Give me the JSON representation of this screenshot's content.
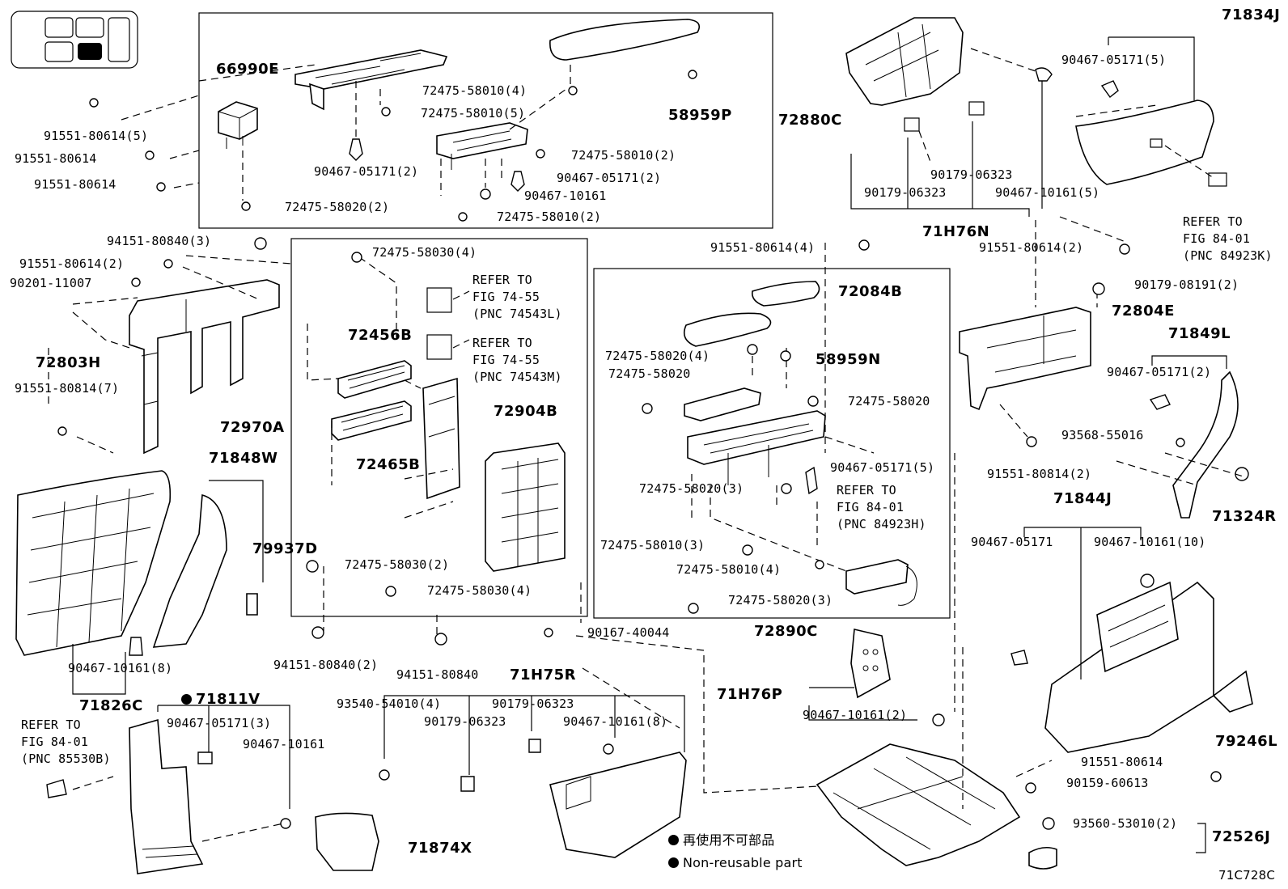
{
  "diagram_code": "71C728C",
  "legend": {
    "non_reusable_jp": "再使用不可部品",
    "non_reusable_en": "Non-reusable part"
  },
  "labels": {
    "p66990E": "66990E",
    "p72880C": "72880C",
    "p58959P": "58959P",
    "p72803H": "72803H",
    "p72970A": "72970A",
    "p72456B": "72456B",
    "p72465B": "72465B",
    "p72904B": "72904B",
    "p72084B": "72084B",
    "p58959N": "58959N",
    "p72890C": "72890C",
    "p71834J": "71834J",
    "p71H76N": "71H76N",
    "p72804E": "72804E",
    "p71849L": "71849L",
    "p71324R": "71324R",
    "p71844J": "71844J",
    "p79246L": "79246L",
    "p72526J": "72526J",
    "p71848W": "71848W",
    "p79937D": "79937D",
    "p71826C": "71826C",
    "p71811V": "71811V",
    "p71874X": "71874X",
    "p71H75R": "71H75R",
    "p71H76P": "71H76P",
    "f1": "91551-80614(5)",
    "f2": "91551-80614",
    "f3": "91551-80614",
    "f4": "72475-58010(4)",
    "f5": "72475-58010(5)",
    "f6": "72475-58010(2)",
    "f7": "90467-05171(2)",
    "f8": "90467-05171(2)",
    "f9": "90467-10161",
    "f10": "72475-58020(2)",
    "f11": "72475-58010(2)",
    "f12": "94151-80840(3)",
    "f13": "91551-80614(2)",
    "f14": "90201-11007",
    "f15": "91551-80814(7)",
    "f16": "72475-58030(4)",
    "f17": "72475-58030(2)",
    "f18": "72475-58030(4)",
    "f19": "94151-80840(2)",
    "f20": "94151-80840",
    "f21": "91551-80614(4)",
    "f22": "72475-58020(4)",
    "f23": "72475-58020",
    "f24": "72475-58020",
    "f25": "90467-05171(5)",
    "f26": "72475-58020(3)",
    "f27": "72475-58010(3)",
    "f28": "72475-58010(4)",
    "f29": "72475-58020(3)",
    "f30": "90467-05171(5)",
    "f31": "90179-06323",
    "f32": "90179-06323",
    "f33": "90467-10161(5)",
    "f34": "91551-80614(2)",
    "f35": "90179-08191(2)",
    "f36": "90467-05171(2)",
    "f37": "93568-55016",
    "f38": "91551-80814(2)",
    "f39": "90467-05171",
    "f40": "90467-10161(10)",
    "f41": "91551-80614",
    "f42": "90159-60613",
    "f43": "93560-53010(2)",
    "f44": "90467-10161(8)",
    "f45": "90467-05171(3)",
    "f46": "90467-10161",
    "f47": "90167-40044",
    "f48": "93540-54010(4)",
    "f49": "90179-06323",
    "f50": "90179-06323",
    "f51": "90467-10161(8)",
    "f52": "90467-10161(2)"
  },
  "refs": {
    "r1": "REFER TO\nFIG 74-55\n(PNC 74543L)",
    "r2": "REFER TO\nFIG 74-55\n(PNC 74543M)",
    "r3": "REFER TO\nFIG 84-01\n(PNC 84923H)",
    "r4": "REFER TO\nFIG 84-01\n(PNC 84923K)",
    "r5": "REFER TO\nFIG 84-01\n(PNC 85530B)"
  }
}
